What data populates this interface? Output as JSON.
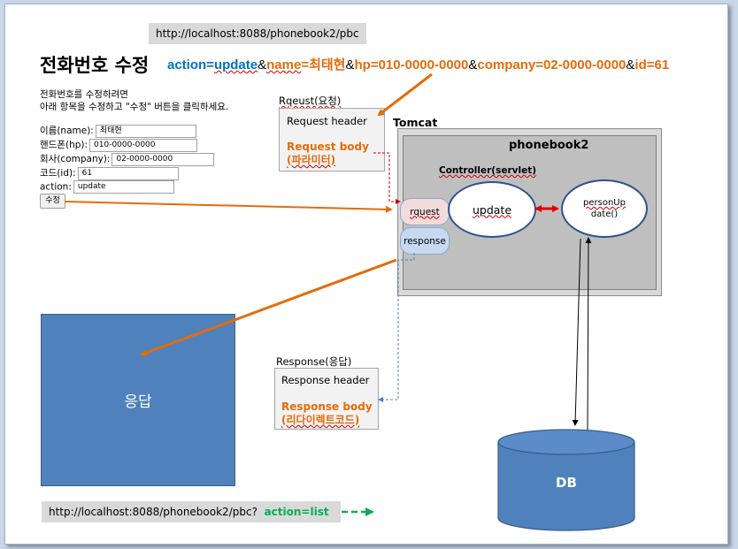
{
  "top_url": "http://localhost:8088/phonebook2/pbc",
  "page_title": "전화번호 수정",
  "params": {
    "action_key": "action=",
    "action_val": "update",
    "amp1": "&",
    "name_key": "name",
    "name_eq": "=",
    "name_val": "최태현",
    "amp2": "&",
    "hp": "hp=010-0000-0000",
    "amp3": "&",
    "company": "company=02-0000-0000",
    "amp4": "&",
    "id": "id=61"
  },
  "form": {
    "desc_line1": "전화번호를 수정하려면",
    "desc_line2": "아래 항목을 수정하고 \"수정\" 버튼을 클릭하세요.",
    "name_label": "이름(name):",
    "name_value": "최태현",
    "hp_label": "핸드폰(hp):",
    "hp_value": "010-0000-0000",
    "company_label": "회사(company):",
    "company_value": "02-0000-0000",
    "id_label": "코드(id):",
    "id_value": "61",
    "action_label": "action:",
    "action_value": "update",
    "submit_label": "수정"
  },
  "request_box": {
    "caption": "Rqeust(요청)",
    "header": "Request  header",
    "body_line1": "Request body",
    "body_line2": "(파라미터)"
  },
  "tomcat": {
    "label": "Tomcat",
    "app_label": "phonebook2",
    "controller_label": "Controller(servlet)",
    "rquest_label": "rquest",
    "response_label": "response",
    "update_label": "update",
    "person_line1": "personUp",
    "person_line2": "date()"
  },
  "response_box": {
    "caption": "Response(응답)",
    "header": "Response  header",
    "body_line1": "Response body",
    "body_line2": "(리다이렉트코드)"
  },
  "response_page_label": "응답",
  "db_label": "DB",
  "bottom_url": {
    "prefix": "http://localhost:8088/phonebook2/pbc?",
    "action": "action=list"
  },
  "colors": {
    "orange": "#e46c0a",
    "blue": "#0070c0",
    "db_fill": "#4f81bd",
    "red_arrow": "#e00000",
    "green_arrow": "#00b050"
  }
}
